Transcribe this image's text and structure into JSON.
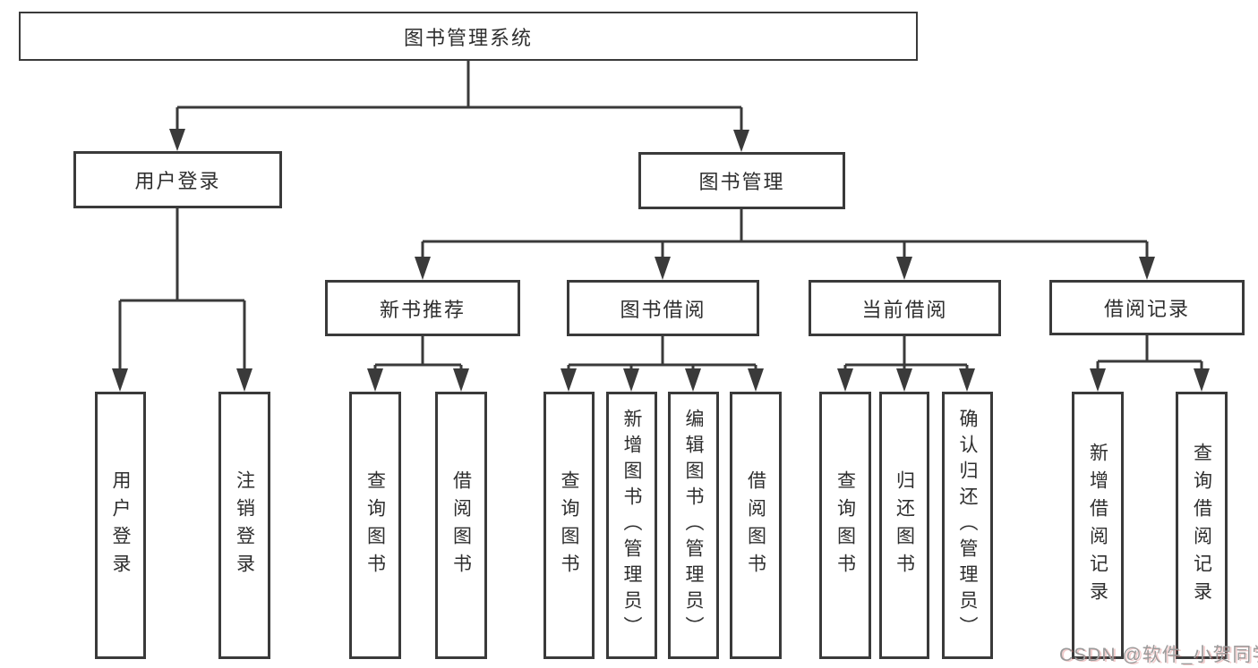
{
  "diagram": {
    "root": {
      "label": "图书管理系统",
      "children": [
        {
          "label": "用户登录",
          "children": [
            {
              "label": "用户登录"
            },
            {
              "label": "注销登录"
            }
          ]
        },
        {
          "label": "图书管理",
          "children": [
            {
              "label": "新书推荐",
              "children": [
                {
                  "label": "查询图书"
                },
                {
                  "label": "借阅图书"
                }
              ]
            },
            {
              "label": "图书借阅",
              "children": [
                {
                  "label": "查询图书"
                },
                {
                  "label": "新增图书（管理员）"
                },
                {
                  "label": "编辑图书（管理员）"
                },
                {
                  "label": "借阅图书"
                }
              ]
            },
            {
              "label": "当前借阅",
              "children": [
                {
                  "label": "查询图书"
                },
                {
                  "label": "归还图书"
                },
                {
                  "label": "确认归还（管理员）"
                }
              ]
            },
            {
              "label": "借阅记录",
              "children": [
                {
                  "label": "新增借阅记录"
                },
                {
                  "label": "查询借阅记录"
                }
              ]
            }
          ]
        }
      ]
    }
  },
  "watermark": {
    "text": "CSDN @软件_小贺同学"
  },
  "colors": {
    "line": "#3a3a3a",
    "box_border": "#3a3a3a",
    "box_background": "#ffffff",
    "text": "#2e2e2e",
    "watermark": "#9b9b9b",
    "background": "#ffffff"
  }
}
